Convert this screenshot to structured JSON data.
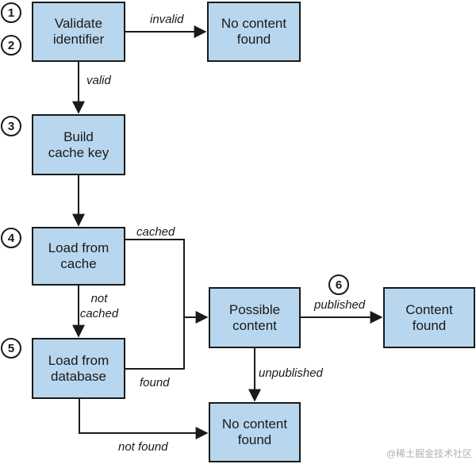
{
  "steps": [
    "1",
    "2",
    "3",
    "4",
    "5",
    "6"
  ],
  "boxes": {
    "validate": "Validate\nidentifier",
    "no_content_top": "No content\nfound",
    "build_key": "Build\ncache key",
    "load_cache": "Load from\ncache",
    "load_db": "Load from\ndatabase",
    "possible": "Possible\ncontent",
    "content_found": "Content\nfound",
    "no_content_bottom": "No content\nfound"
  },
  "labels": {
    "invalid": "invalid",
    "valid": "valid",
    "cached": "cached",
    "not_cached": "not\ncached",
    "found": "found",
    "published": "published",
    "unpublished": "unpublished",
    "not_found": "not found"
  },
  "watermark": "@稀土掘金技术社区"
}
